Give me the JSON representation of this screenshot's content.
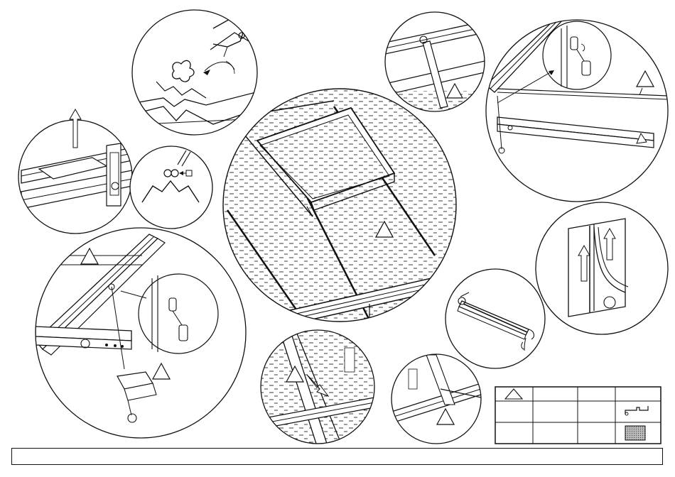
{
  "sheet": {
    "background": "#ffffff",
    "ink": "#111111",
    "glazing_hatch": "dashes",
    "detail_callouts": [
      {
        "name": "top-clip-detail",
        "icon": "snap-clip"
      },
      {
        "name": "lift-bar-detail",
        "icon": "up-arrow"
      },
      {
        "name": "clip-insert-detail",
        "icon": "clip-insert"
      },
      {
        "name": "main-panel-view",
        "icon": "warning-triangle"
      },
      {
        "name": "ridge-bar-detail",
        "icon": "warning-triangle"
      },
      {
        "name": "vent-bar-detail",
        "icon": "warning-triangle"
      },
      {
        "name": "side-frame-detail",
        "icon": "warning-triangle"
      },
      {
        "name": "slide-panel-detail",
        "icon": "double-arrow"
      },
      {
        "name": "gutter-bar-detail",
        "icon": "hinge"
      },
      {
        "name": "lower-panel-detail",
        "icon": "warning-triangle"
      },
      {
        "name": "eave-corner-detail",
        "icon": "warning-triangle"
      }
    ]
  },
  "parts_table": {
    "rows": 3,
    "cols": 4,
    "icons": [
      "warning-triangle-icon",
      "profile-bar-icon",
      "glazing-panel-icon"
    ],
    "swatch_color": "#8c8c8c"
  },
  "caption_bar": {
    "text": ""
  }
}
